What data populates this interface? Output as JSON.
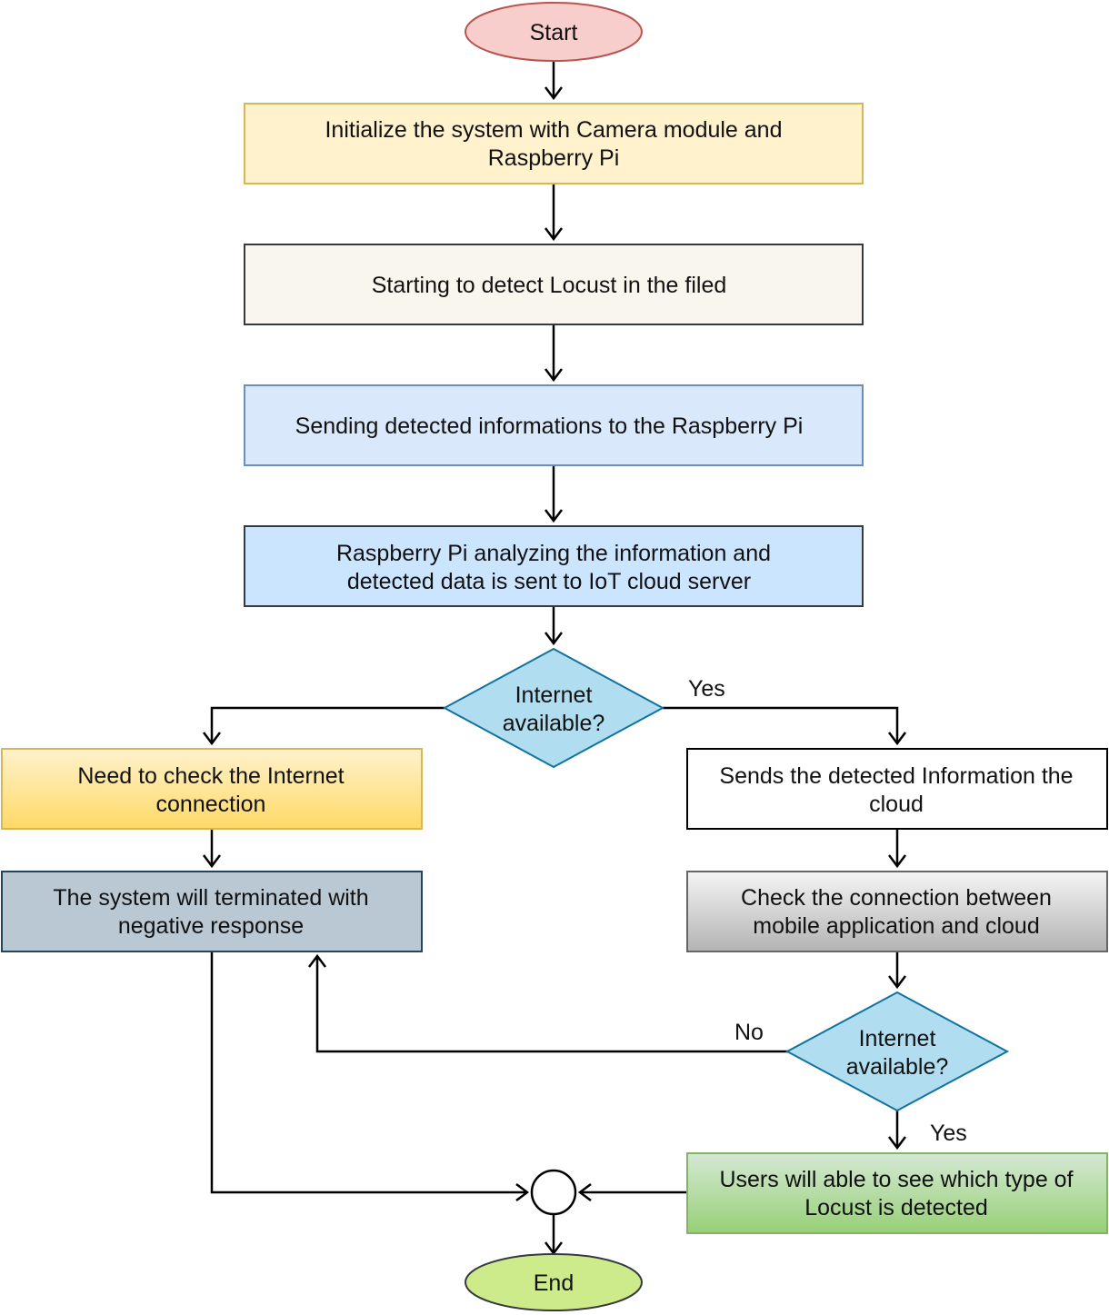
{
  "diagram": {
    "nodes": {
      "start": {
        "label": "Start",
        "fill": "#f8cecc",
        "stroke": "#b85450"
      },
      "init": {
        "lines": [
          "Initialize the system with Camera module and",
          "Raspberry Pi"
        ],
        "fill": "#fff2cc",
        "stroke": "#d6b656"
      },
      "detect": {
        "label": "Starting to detect Locust in the filed",
        "fill": "#f9f7ed",
        "stroke": "#36393d"
      },
      "send_pi": {
        "label": "Sending detected informations to the Raspberry Pi",
        "fill": "#dae8fc",
        "stroke": "#6c8ebf"
      },
      "analyze": {
        "lines": [
          "Raspberry Pi analyzing the information and",
          "detected data is sent to IoT cloud server"
        ],
        "fill": "#cce5ff",
        "stroke": "#36393d"
      },
      "internet1": {
        "lines": [
          "Internet",
          "available?"
        ],
        "fill": "#b1ddf0",
        "stroke": "#10739e"
      },
      "check_internet": {
        "lines": [
          "Need to check the Internet",
          "connection"
        ],
        "fill": "#ffd966",
        "stroke": "#d6b656"
      },
      "terminate": {
        "lines": [
          "The system will terminated with",
          "negative response"
        ],
        "fill": "#bac8d3",
        "stroke": "#23445d"
      },
      "send_cloud": {
        "lines": [
          "Sends the detected Information the",
          "cloud"
        ],
        "fill": "#ffffff",
        "stroke": "#000000"
      },
      "check_conn": {
        "lines": [
          "Check the connection between",
          "mobile application and cloud"
        ],
        "fill": "#dddddd",
        "stroke": "#666666"
      },
      "internet2": {
        "lines": [
          "Internet",
          "available?"
        ],
        "fill": "#b1ddf0",
        "stroke": "#10739e"
      },
      "users": {
        "lines": [
          "Users will able to see which type of",
          "Locust is detected"
        ],
        "fill": "#b9e0a5",
        "stroke": "#82b366"
      },
      "end": {
        "label": "End",
        "fill": "#cdeb8b",
        "stroke": "#36393d"
      }
    },
    "edge_labels": {
      "yes1": "Yes",
      "no2": "No",
      "yes2": "Yes"
    }
  }
}
